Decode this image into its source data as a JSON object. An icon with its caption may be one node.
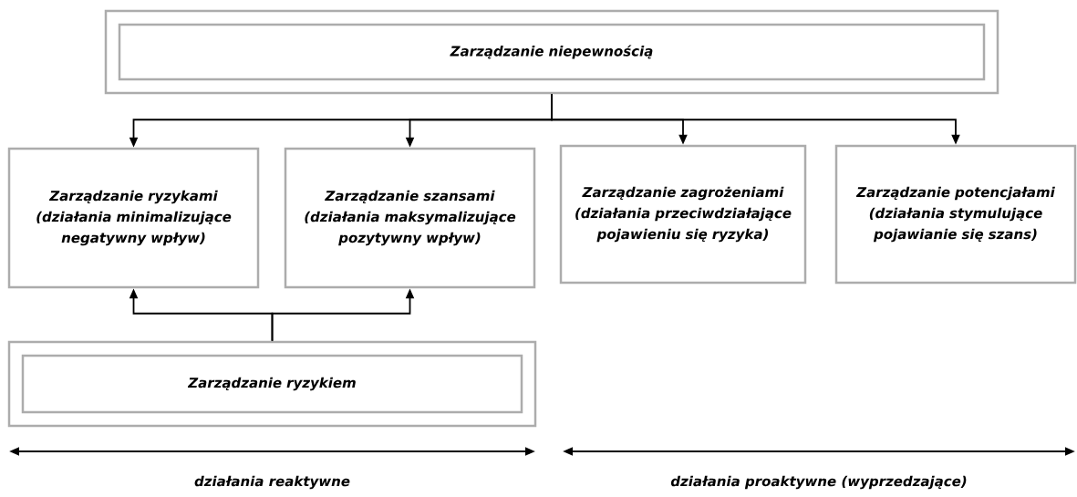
{
  "diagram": {
    "nodes": [
      {
        "text": [],
        "shape": "box"
      },
      {
        "text": [
          "Zarządzanie niepewnością"
        ],
        "in": 0
      },
      {
        "text": [
          "Zarządzanie ryzykami (działania minimalizujące negatywny wpływ)"
        ]
      },
      {
        "text": [
          "Zarządzanie szansami (działania maksymalizujące pozytywny wpływ)"
        ]
      },
      {
        "text": [
          "Zarządzanie zagrożeniami (działania przeciwdziałające pojawieniu się ryzyka)"
        ]
      },
      {
        "text": [
          "Zarządzanie potencjałami (działania stymulujące pojawianie się szans)"
        ]
      },
      {
        "text": [],
        "shape": "box"
      },
      {
        "text": [
          "Zarządzanie ryzykiem"
        ],
        "in": 6
      }
    ],
    "edges": [
      {
        "from": 0,
        "to": 2,
        "arrow": "to"
      },
      {
        "from": 0,
        "to": 3,
        "arrow": "to"
      },
      {
        "from": 0,
        "to": 4,
        "arrow": "to"
      },
      {
        "from": 0,
        "to": 5,
        "arrow": "to"
      },
      {
        "from": 6,
        "to": 2,
        "arrow": "to"
      },
      {
        "from": 6,
        "to": 3,
        "arrow": "to"
      }
    ],
    "labels": [
      "działania reaktywne",
      "działania proaktywne (wyprzedzające)"
    ]
  }
}
